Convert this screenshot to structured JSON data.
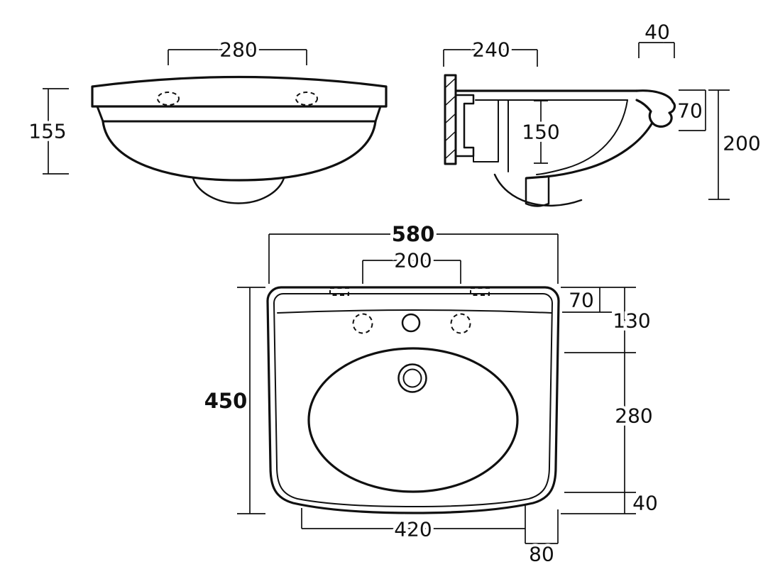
{
  "front_view": {
    "tap_spacing": "280",
    "height": "155"
  },
  "side_view": {
    "depth": "240",
    "rim_overhang": "40",
    "rim_height": "70",
    "inner_depth": "150",
    "overall_height": "200"
  },
  "plan_view": {
    "overall_width": "580",
    "tap_spacing": "200",
    "back_ledge_depth": "70",
    "back_to_bowl": "130",
    "bowl_length": "280",
    "bowl_to_front": "40",
    "overall_depth": "450",
    "front_width": "420",
    "side_offset": "80"
  }
}
